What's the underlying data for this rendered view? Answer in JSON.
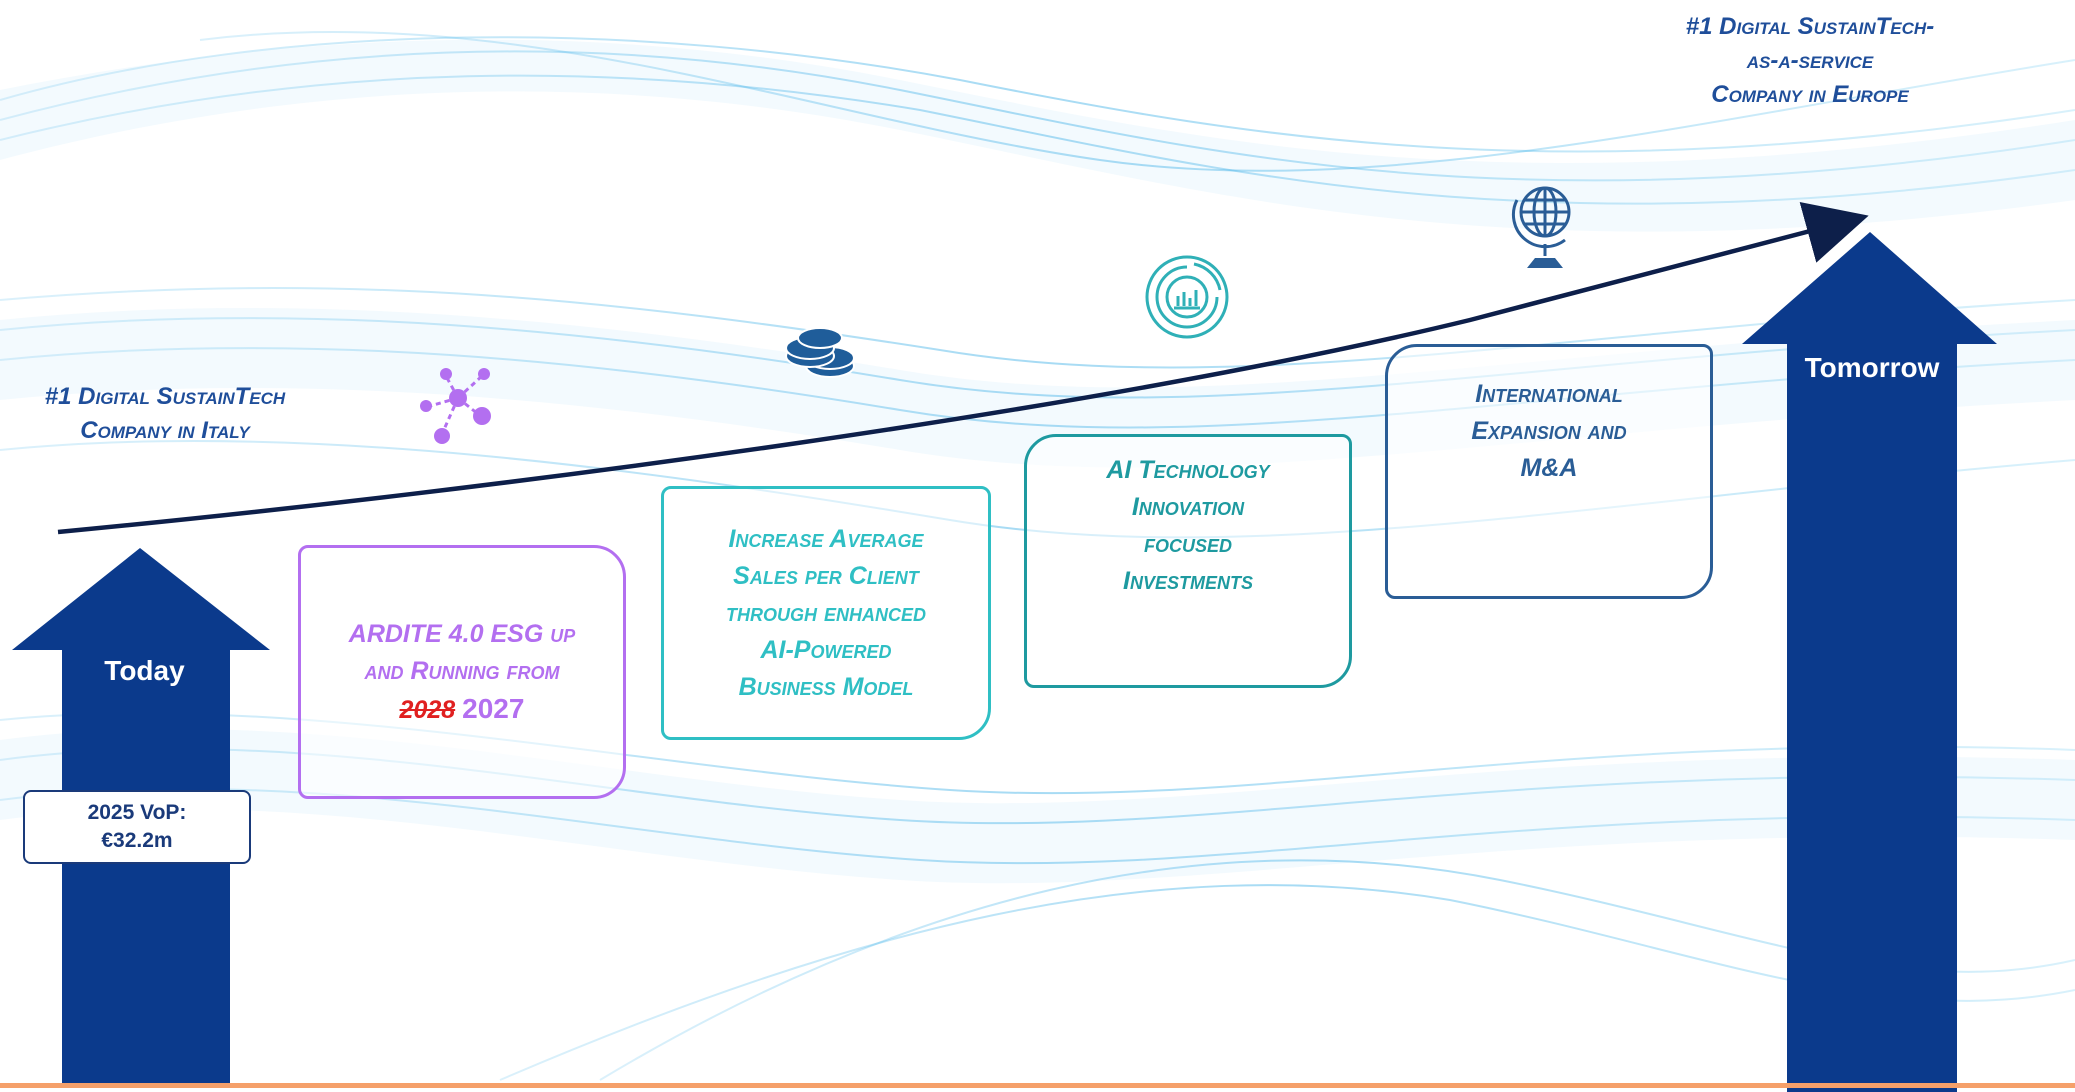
{
  "headings": {
    "italy_line1": "#1 Digital SustainTech",
    "italy_line2": "Company in Italy",
    "europe_line1": "#1 Digital SustainTech-",
    "europe_line2": "as-a-service",
    "europe_line3": "Company in Europe"
  },
  "arrows": {
    "today_label": "Today",
    "tomorrow_label": "Tomorrow",
    "vop_line1": "2025 VoP:",
    "vop_line2": "€32.2m"
  },
  "boxes": {
    "ardite": {
      "line1": "ARDITE 4.0 ESG up",
      "line2": "and Running from",
      "struck_year": "2028",
      "year": "2027",
      "color": "#b36ff0"
    },
    "sales": {
      "line1": "Increase Average",
      "line2": "Sales per Client",
      "line3": "through enhanced",
      "line4": "AI-Powered",
      "line5": "Business Model",
      "color": "#2fbfc4"
    },
    "ai": {
      "line1": "AI Technology",
      "line2": "Innovation",
      "line3": "focused",
      "line4": "Investments",
      "color": "#1e9aa0"
    },
    "intl": {
      "line1": "International",
      "line2": "Expansion and",
      "line3": "M&A",
      "color": "#2a5d96"
    }
  },
  "icons": [
    "network-icon",
    "coins-icon",
    "analytics-icon",
    "globe-icon"
  ],
  "colors": {
    "arrow_fill": "#0b3a8c",
    "heading": "#1f4e9a",
    "trend_line": "#0d1f4a",
    "strike": "#e02020",
    "bottom_rule": "#f5a06a"
  }
}
